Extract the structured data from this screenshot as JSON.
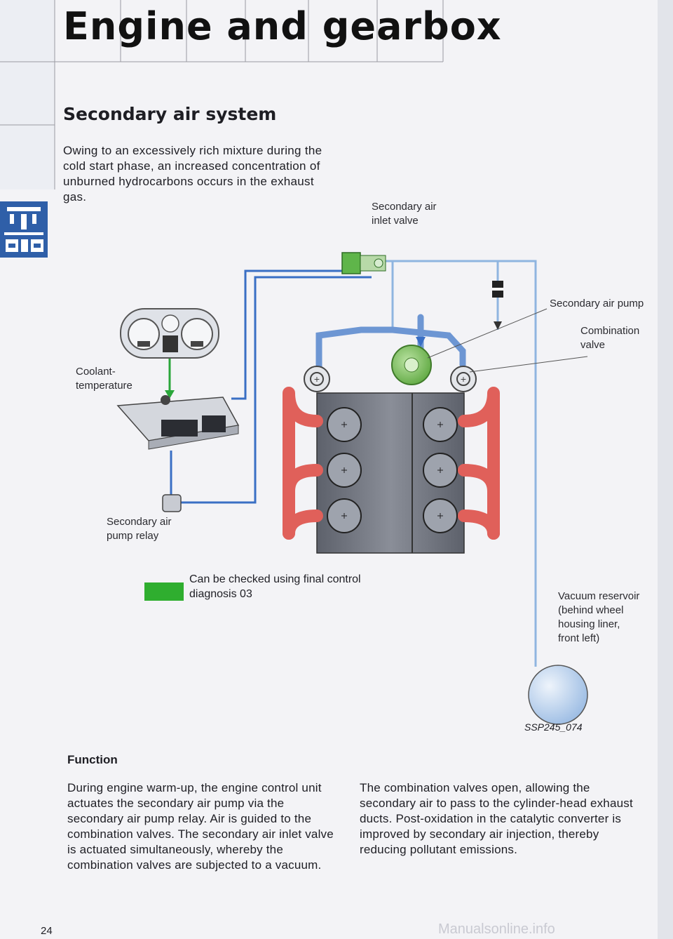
{
  "header": {
    "title": "Engine and gearbox"
  },
  "section": {
    "heading": "Secondary air system",
    "intro": "Owing to an excessively rich mixture during the cold start phase, an increased concentration of unburned hydrocarbons occurs in the exhaust gas."
  },
  "diagram": {
    "labels": {
      "inlet_valve": "Secondary air\ninlet valve",
      "air_pump": "Secondary air pump",
      "combination_valve": "Combination\nvalve",
      "coolant": "Coolant-\ntemperature",
      "pump_relay": "Secondary air\npump relay",
      "vacuum_reservoir": "Vacuum reservoir\n(behind wheel\nhousing liner,\nfront left)"
    },
    "legend": {
      "text": "Can be checked using final control\ndiagnosis 03",
      "color": "#2fae2f"
    },
    "figure_ref": "SSP245_074",
    "colors": {
      "electric_line": "#3a6fc4",
      "vacuum_line": "#8fb5e0",
      "manifold": "#e0605a",
      "engine_block": "#6b6f78",
      "signal_green": "#2aa63a"
    }
  },
  "function": {
    "heading": "Function",
    "left_text": "During engine warm-up, the engine control unit actuates the secondary air pump via the secondary air pump relay. Air is guided to the combination valves. The secondary air inlet valve is actuated simultaneously, whereby the combination valves are subjected to a vacuum.",
    "right_text": "The combination valves open, allowing the secondary air to pass to the cylinder-head exhaust ducts. Post-oxidation in the catalytic converter is improved by secondary air injection, thereby reducing pollutant emissions."
  },
  "footer": {
    "page_number": "24",
    "site": "Manualsonline.info"
  }
}
